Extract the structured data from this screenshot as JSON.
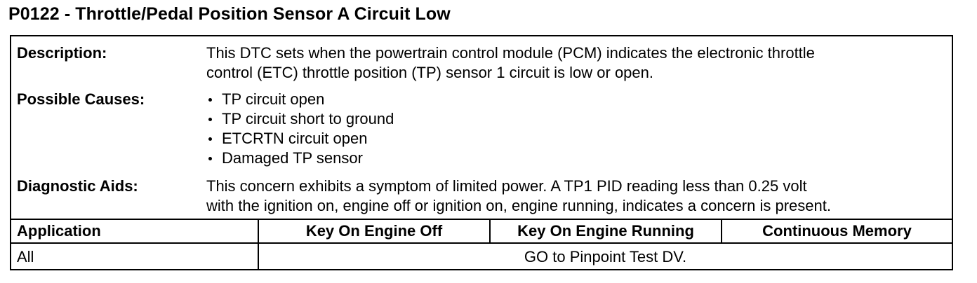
{
  "title": "P0122 - Throttle/Pedal Position Sensor A Circuit Low",
  "description": {
    "label": "Description:",
    "line1": "This DTC sets when the powertrain control module (PCM) indicates the electronic throttle",
    "line2": "control (ETC) throttle position (TP) sensor 1 circuit is low or open."
  },
  "possible_causes": {
    "label": "Possible Causes:",
    "items": [
      "TP circuit open",
      "TP circuit short to ground",
      "ETCRTN circuit open",
      "Damaged TP sensor"
    ]
  },
  "diagnostic_aids": {
    "label": "Diagnostic Aids:",
    "line1": "This concern exhibits a symptom of limited power. A TP1 PID reading less than 0.25 volt",
    "line2": "with the ignition on, engine off or ignition on, engine running, indicates a concern is present."
  },
  "table": {
    "headers": [
      "Application",
      "Key On Engine Off",
      "Key On Engine Running",
      "Continuous Memory"
    ],
    "row": {
      "application": "All",
      "action": "GO to Pinpoint Test DV."
    }
  }
}
